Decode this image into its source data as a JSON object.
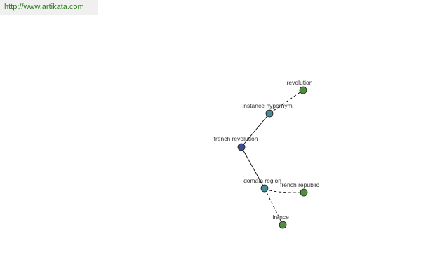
{
  "banner": {
    "url": "http://www.artikata.com"
  },
  "colors": {
    "root_node": "#3d4b8f",
    "relation_node": "#4a8a94",
    "leaf_node": "#4e8f3c",
    "node_outline": "#1a1a1a",
    "edge": "#000000",
    "banner_bg": "#f0f0f0",
    "url_text": "#2e7d1f"
  },
  "graph": {
    "nodes": [
      {
        "id": "french-revolution",
        "label": "french revolution",
        "kind": "root"
      },
      {
        "id": "instance-hypernym",
        "label": "instance hypernym",
        "kind": "relation"
      },
      {
        "id": "revolution",
        "label": "revolution",
        "kind": "leaf"
      },
      {
        "id": "domain-region",
        "label": "domain region",
        "kind": "relation"
      },
      {
        "id": "french-republic",
        "label": "french republic",
        "kind": "leaf"
      },
      {
        "id": "france",
        "label": "france",
        "kind": "leaf"
      }
    ],
    "edges": [
      {
        "from": "french-revolution",
        "to": "instance-hypernym",
        "style": "solid"
      },
      {
        "from": "instance-hypernym",
        "to": "revolution",
        "style": "dashed"
      },
      {
        "from": "french-revolution",
        "to": "domain-region",
        "style": "solid"
      },
      {
        "from": "domain-region",
        "to": "french-republic",
        "style": "dashed"
      },
      {
        "from": "domain-region",
        "to": "france",
        "style": "dashed"
      }
    ]
  }
}
